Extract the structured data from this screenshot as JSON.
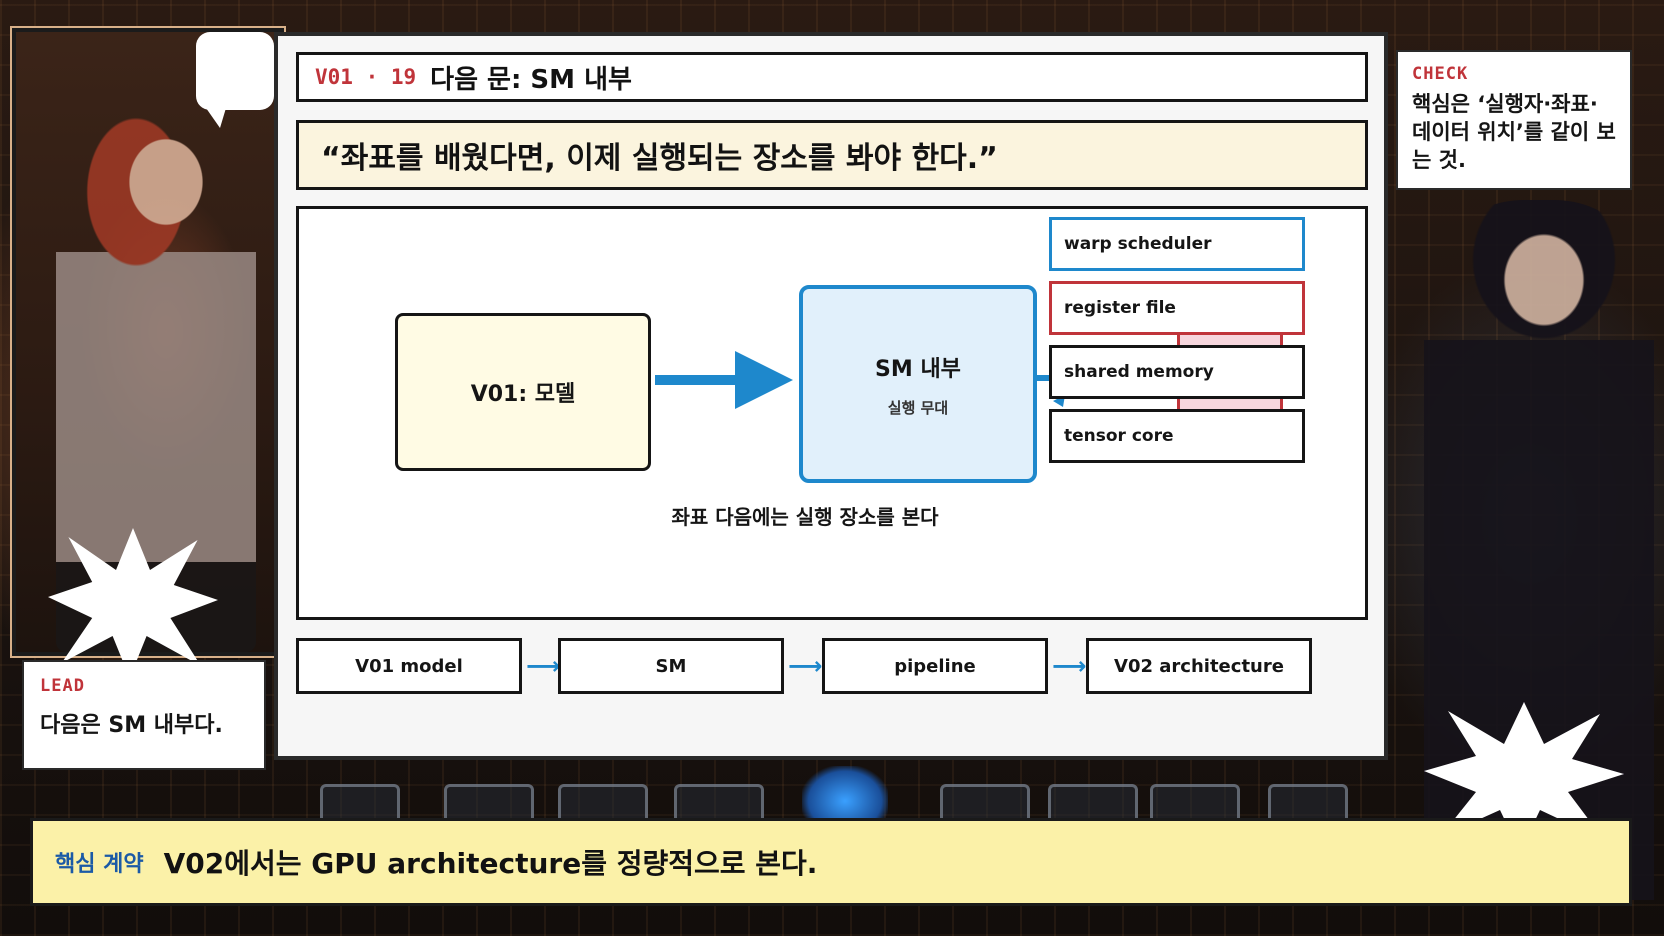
{
  "slide": {
    "code": "V01 · 19",
    "title": "다음 문: SM 내부",
    "quote": "“좌표를 배웠다면, 이제 실행되는 장소를 봐야 한다.”"
  },
  "diagram": {
    "model_box": "V01: 모델",
    "sm_box": {
      "title": "SM 내부",
      "subtitle": "실행 무대"
    },
    "components": [
      {
        "label": "warp scheduler",
        "accent": "#1e88cc"
      },
      {
        "label": "register file",
        "accent": "#c0343a"
      },
      {
        "label": "shared memory",
        "accent": "#151515"
      },
      {
        "label": "tensor core",
        "accent": "#151515"
      }
    ],
    "caption": "좌표 다음에는 실행 장소를 본다"
  },
  "flow": [
    "V01 model",
    "SM",
    "pipeline",
    "V02 architecture"
  ],
  "check": {
    "tag": "CHECK",
    "text": "핵심은 ‘실행자·좌표·데이터 위치’를 같이 보는 것."
  },
  "lead": {
    "tag": "LEAD",
    "text": "다음은 SM 내부다."
  },
  "banner": {
    "label": "핵심 계약",
    "text": "V02에서는 GPU architecture를 정량적으로 본다."
  },
  "colors": {
    "accent_blue": "#1e88cc",
    "accent_red": "#c0343a",
    "banner_bg": "#fbf1a8"
  }
}
